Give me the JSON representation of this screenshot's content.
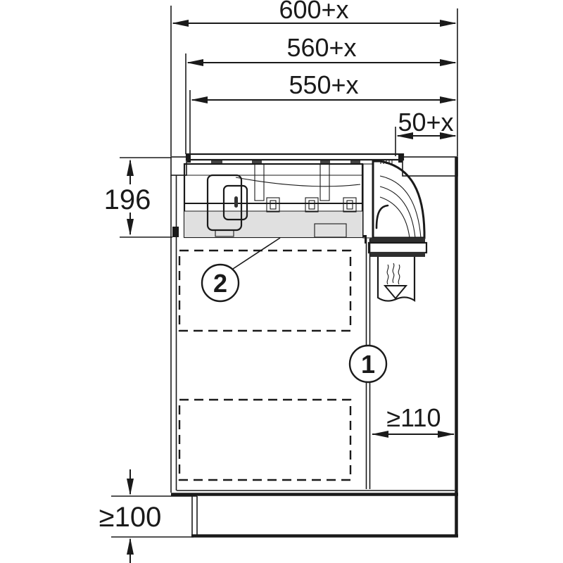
{
  "diagram": {
    "type": "appliance-installation-drawing",
    "description": "Side section drawing of a worktop cooktop with downdraft extractor, duct elbow and cabinet clearances",
    "dims": {
      "d600": "600+x",
      "d560": "560+x",
      "d550": "550+x",
      "d50": "50+x",
      "d196": "196",
      "d110": "≥110",
      "d100": "≥100"
    },
    "callouts": {
      "c1": "1",
      "c2": "2"
    },
    "icons": {
      "airflow": "airflow-down-arrow"
    },
    "colors": {
      "line": "#1a1a1a",
      "background": "#ffffff",
      "housing_fill": "#e9e9e9",
      "housing_dark": "#e0e0e0",
      "duct_fill": "#f2f2f2",
      "flange_band": "#2e2e2e"
    }
  }
}
